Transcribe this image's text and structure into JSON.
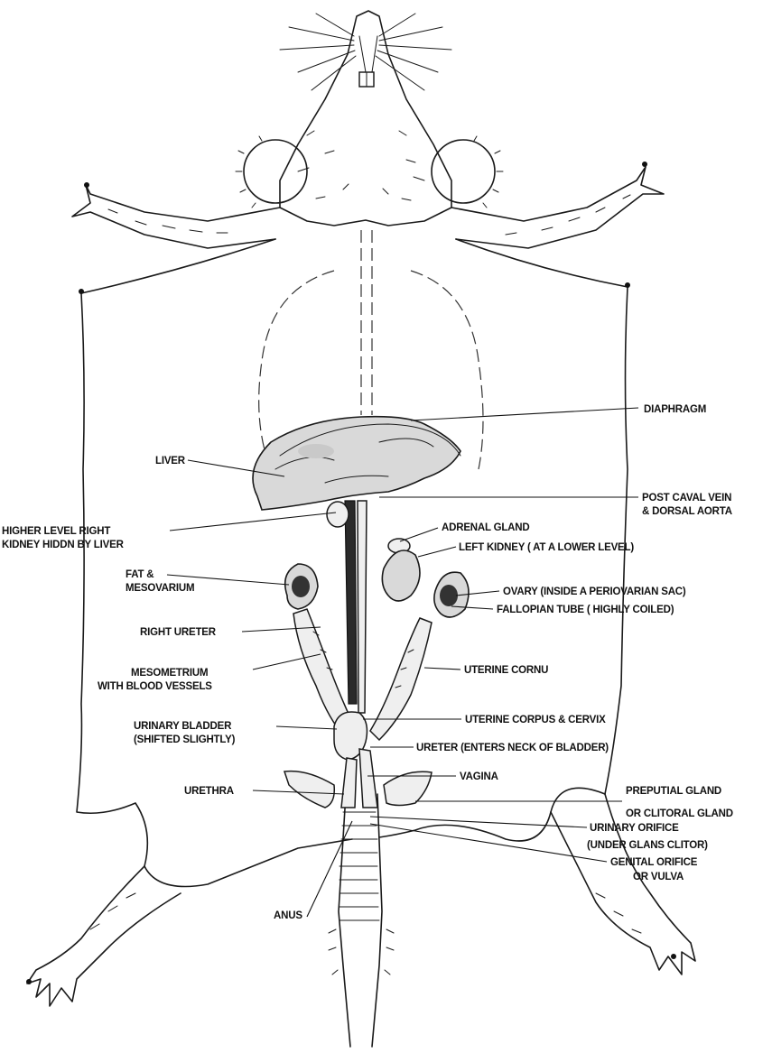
{
  "labels": {
    "diaphragm": "DIAPHRAGM",
    "liver": "LIVER",
    "post_caval_1": "POST CAVAL VEIN",
    "post_caval_2": "& DORSAL AORTA",
    "higher_kidney_1": "HIGHER LEVEL RIGHT",
    "higher_kidney_2": "KIDNEY HIDDN BY LIVER",
    "adrenal_gland": "ADRENAL GLAND",
    "left_kidney": "LEFT KIDNEY ( AT A LOWER LEVEL)",
    "fat_1": "FAT &",
    "fat_2": "MESOVARIUM",
    "ovary": "OVARY (INSIDE A PERIOVARIAN SAC)",
    "fallopian": "FALLOPIAN TUBE ( HIGHLY COILED)",
    "right_ureter": "RIGHT URETER",
    "mesometrium_1": "MESOMETRIUM",
    "mesometrium_2": "WITH BLOOD VESSELS",
    "uterine_cornu": "UTERINE CORNU",
    "bladder_1": "URINARY BLADDER",
    "bladder_2": "(SHIFTED SLIGHTLY)",
    "uterine_corpus": "UTERINE CORPUS & CERVIX",
    "ureter_neck": "URETER (ENTERS NECK OF BLADDER)",
    "vagina": "VAGINA",
    "urethra": "URETHRA",
    "preputial_1": "PREPUTIAL GLAND",
    "preputial_2": "OR CLITORAL GLAND",
    "urinary_orifice_1": "URINARY ORIFICE",
    "urinary_orifice_2": "(UNDER GLANS CLITOR)",
    "genital_orifice_1": "GENITAL ORIFICE",
    "genital_orifice_2": "OR VULVA",
    "anus": "ANUS"
  }
}
